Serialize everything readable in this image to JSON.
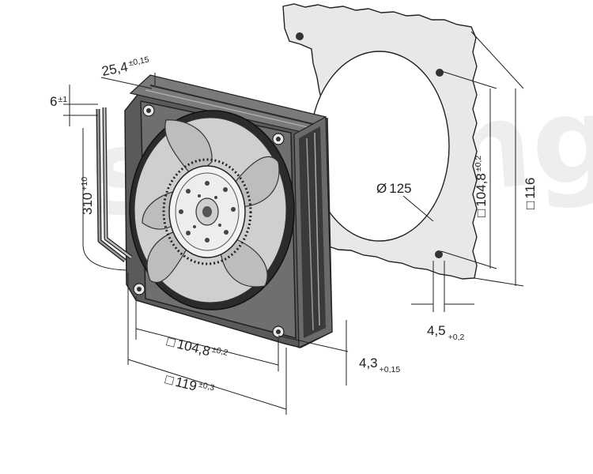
{
  "watermark": "sunking",
  "colors": {
    "line": "#222222",
    "fan_dark": "#2e2e2e",
    "fan_mid": "#8a8a8a",
    "gasket": "#e6e6e6"
  },
  "dimensions": {
    "depth": {
      "value": "25,4",
      "tolerance": "±0,15"
    },
    "lead_offset": {
      "value": "6",
      "tolerance": "±1"
    },
    "lead_length": {
      "value": "310",
      "tolerance": "+10"
    },
    "gasket_hole_spacing": {
      "symbol": "□",
      "value": "104,8",
      "tolerance": "±0,2"
    },
    "gasket_outer": {
      "symbol": "□",
      "value": "116"
    },
    "gasket_opening": {
      "symbol": "Ø",
      "value": "125"
    },
    "gasket_hole_dia": {
      "value": "4,5",
      "tolerance": "+0,2"
    },
    "fan_hole_spacing": {
      "symbol": "□",
      "value": "104,8",
      "tolerance": "±0,2"
    },
    "fan_outer": {
      "symbol": "□",
      "value": "119",
      "tolerance": "±0,3"
    },
    "fan_hole_dia": {
      "value": "4,3",
      "tolerance": "+0,15"
    }
  }
}
